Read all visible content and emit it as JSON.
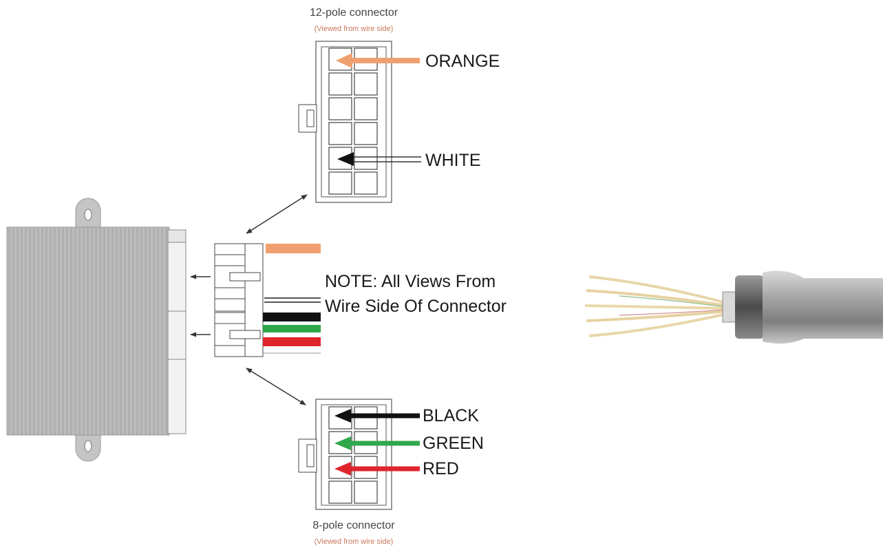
{
  "connector_12": {
    "title": "12-pole connector",
    "subtitle": "(Viewed from wire side)",
    "wires": [
      {
        "label": "ORANGE",
        "color": "#f0a070"
      },
      {
        "label": "WHITE",
        "color": "#111111"
      }
    ]
  },
  "connector_8": {
    "title": "8-pole connector",
    "subtitle": "(Viewed from wire side)",
    "wires": [
      {
        "label": "BLACK",
        "color": "#111111"
      },
      {
        "label": "GREEN",
        "color": "#2ea84a"
      },
      {
        "label": "RED",
        "color": "#e0242c"
      }
    ]
  },
  "note": {
    "line1": "NOTE: All Views From",
    "line2": "Wire Side Of Connector"
  },
  "colors": {
    "module_gray": "#b8b8b8",
    "outline": "#555555",
    "cable_gray": "#9a9a9a"
  }
}
